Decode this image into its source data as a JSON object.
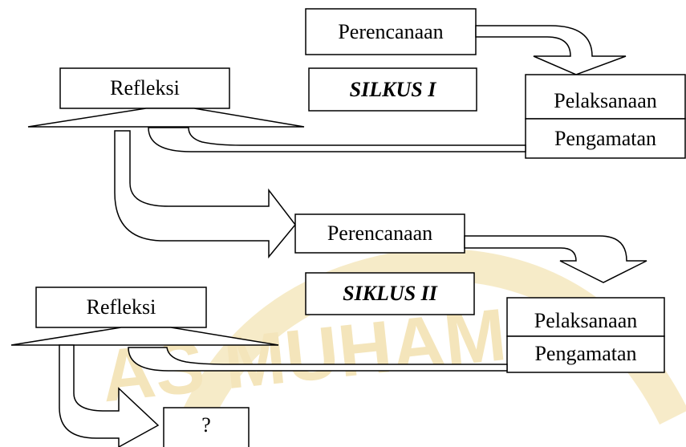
{
  "cycle1": {
    "title": "SILKUS I",
    "planning": "Perencanaan",
    "acting": "Pelaksanaan",
    "observing": "Pengamatan",
    "reflecting": "Refleksi"
  },
  "cycle2": {
    "title": "SIKLUS II",
    "planning": "Perencanaan",
    "acting": "Pelaksanaan",
    "observing": "Pengamatan",
    "reflecting": "Refleksi"
  },
  "next_step": "?",
  "watermark": {
    "text": "AS MUHAMM",
    "color": "#f3e3b4"
  },
  "colors": {
    "stroke": "#000000",
    "fill": "#ffffff"
  }
}
